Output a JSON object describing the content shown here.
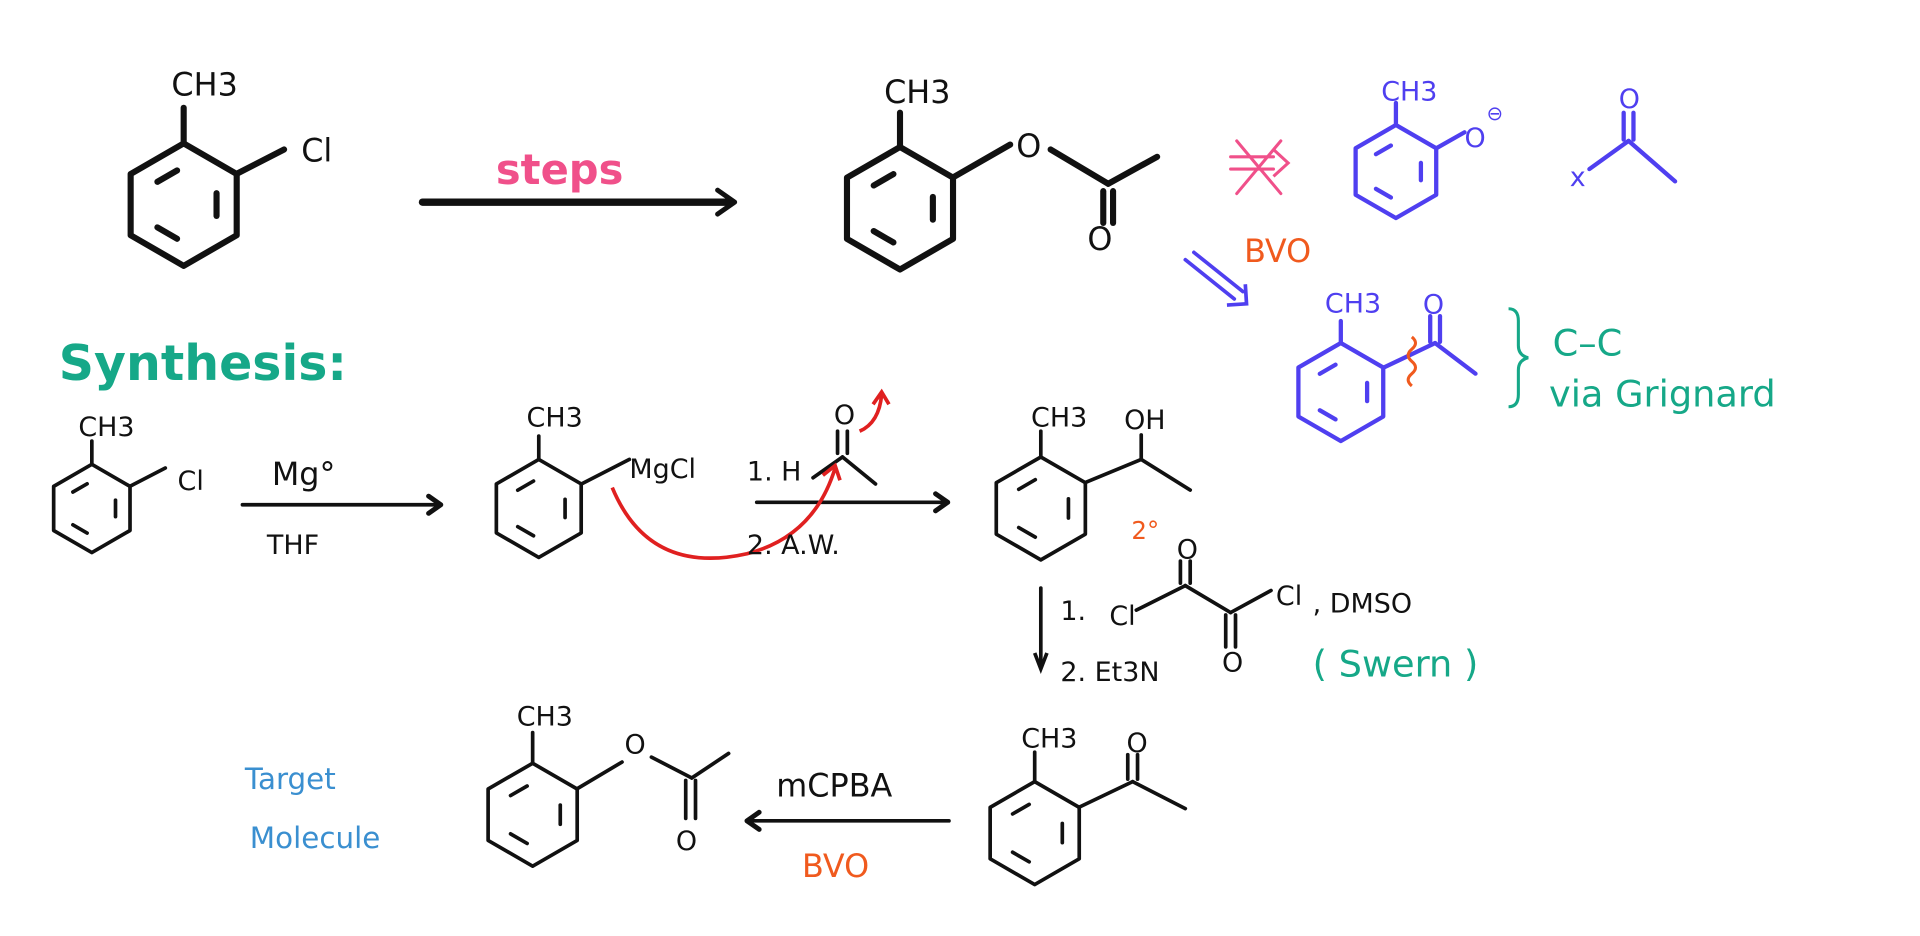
{
  "colors": {
    "ink": "#111111",
    "steps": "#f0508a",
    "synthesis": "#16a888",
    "retro": "#4f3ff0",
    "note": "#f05a1e",
    "target": "#3a8fd0",
    "mechanism": "#e02020"
  },
  "overview": {
    "start_ch3": "CH3",
    "start_cl": "Cl",
    "arrow_label": "steps",
    "product_ch3": "CH3",
    "product_o_ester": "O",
    "product_o_carbonyl": "O",
    "retro_phenoxide_ch3": "CH3",
    "retro_phenoxide_o": "O",
    "retro_charge": "⊖",
    "retro_acyl_x": "x",
    "retro_acyl_o": "O",
    "retro_label": "BVO",
    "ketone_ch3": "CH3",
    "ketone_o": "O",
    "disconnection_1": "C–C",
    "disconnection_2": "via Grignard"
  },
  "synthesis": {
    "heading": "Synthesis:",
    "step1": {
      "ch3": "CH3",
      "cl": "Cl",
      "reagent": "Mg°",
      "solvent": "THF"
    },
    "step2": {
      "ch3": "CH3",
      "grignard": "MgCl",
      "reagent_1": "1. H",
      "aldehyde_o": "O",
      "reagent_2": "2. A.W."
    },
    "step3": {
      "alcohol_ch3": "CH3",
      "alcohol_oh": "OH",
      "degree": "2°",
      "reagent_1_num": "1.",
      "oxalyl_cl_left": "Cl",
      "oxalyl_o_top": "O",
      "oxalyl_o_bottom": "O",
      "oxalyl_cl_right": "Cl",
      "reagent_1_extra": ", DMSO",
      "reagent_2": "2. Et3N",
      "named_reaction": "( Swern )"
    },
    "step4": {
      "ketone_ch3": "CH3",
      "ketone_o": "O",
      "reagent": "mCPBA",
      "reaction": "BVO"
    },
    "target": {
      "ch3": "CH3",
      "ester_o": "O",
      "carbonyl_o": "O",
      "label_1": "Target",
      "label_2": "Molecule"
    }
  }
}
